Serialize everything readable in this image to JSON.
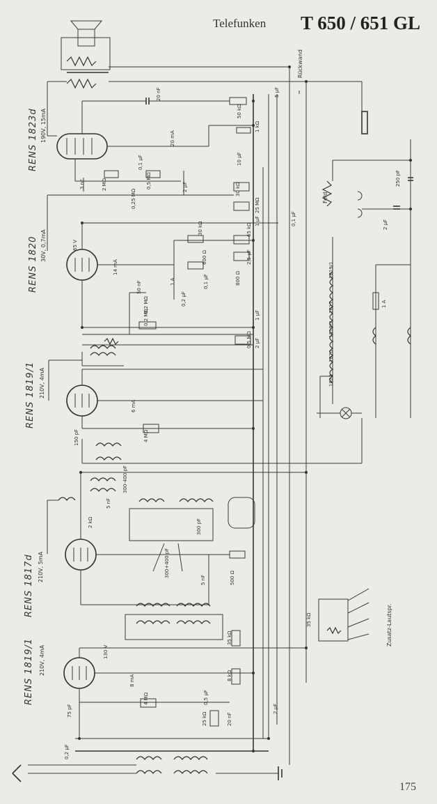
{
  "header": {
    "brand": "Telefunken",
    "model": "T 650 / 651 GL"
  },
  "page_number": "175",
  "side_labels": {
    "rueckwand": "Rückwand",
    "feld": "Feld",
    "zusatz": "Zusatz-Lautspr."
  },
  "tubes": [
    {
      "label": "RENS 1823d",
      "spec": "190V, 15mA"
    },
    {
      "label": "RENS 1820",
      "spec": "30V, 0,7mA"
    },
    {
      "label": "RENS 1819/1",
      "spec": "210V, 4mA"
    },
    {
      "label": "RENS 1817d",
      "spec": "210V, 5mA"
    },
    {
      "label": "RENS 1819/1",
      "spec": "210V, 4mA"
    }
  ],
  "rectifier_chain": [
    "1819/1",
    "1817",
    "1819/2",
    "1820",
    "1823"
  ],
  "component_values": [
    "20 nF",
    "50 kΩ",
    "5 µF",
    "1 kΩ",
    "10 µF",
    "20 mA",
    "0,1 µF",
    "2 MΩ",
    "3 nF",
    "0,5 MΩ",
    "2 µF",
    "0,25 MΩ",
    "30 kΩ",
    "25 MΩ",
    "0,1 µF",
    "65 V",
    "30 kΩ",
    "65 kΩ",
    "1 µF",
    "2 µF",
    "0,2 MΩ",
    "14 mA",
    "600 Ω",
    "2,5 µF",
    "800 Ω",
    "50 nF",
    "1 A",
    "0,2 µF",
    "0,1 µF",
    "0,2 MΩ",
    "1 µF",
    "0,5 MΩ",
    "2 µF",
    "250 pF",
    "1 A",
    "6 mA",
    "150 pF",
    "4 MΩ",
    "300-400 pF",
    "5 nF",
    "2 kΩ",
    "300 pF",
    "300+400 pF",
    "5 nF",
    "500 Ω",
    "35 kΩ",
    "35 kΩ",
    "130 V",
    "8 kΩ",
    "8 mA",
    "4 MΩ",
    "0,5 µF",
    "25 kΩ",
    "20 nF",
    "2 µF",
    "75 pF",
    "0,2 µF"
  ]
}
